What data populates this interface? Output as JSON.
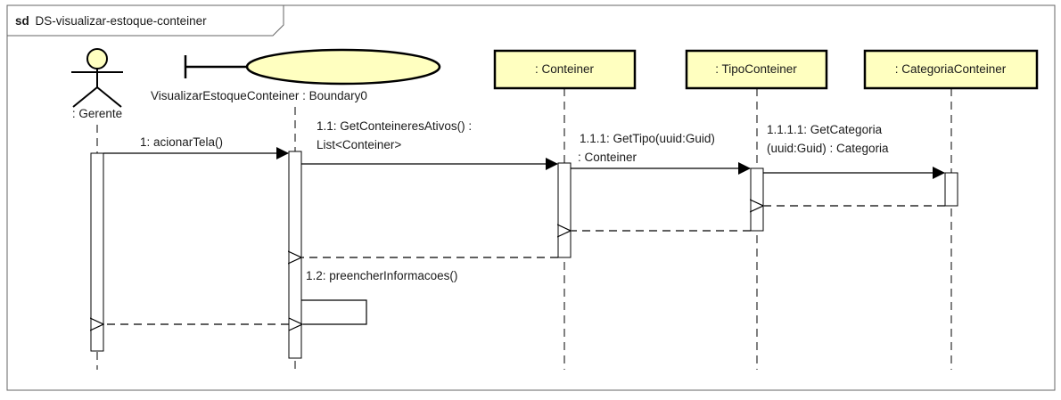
{
  "frame": {
    "keyword": "sd",
    "name": "DS-visualizar-estoque-conteiner"
  },
  "lifelines": {
    "gerente": {
      "label": ": Gerente",
      "kind": "actor"
    },
    "boundary": {
      "label": "VisualizarEstoqueConteiner : Boundary0",
      "kind": "boundary"
    },
    "conteiner": {
      "label": ": Conteiner",
      "kind": "object"
    },
    "tipo": {
      "label": ": TipoConteiner",
      "kind": "object"
    },
    "categoria": {
      "label": ": CategoriaConteiner",
      "kind": "object"
    }
  },
  "messages": {
    "m1": "1: acionarTela()",
    "m11_line1": "1.1: GetConteineresAtivos() :",
    "m11_line2": "List<Conteiner>",
    "m111_line1": "1.1.1: GetTipo(uuid:Guid)",
    "m111_line2": ": Conteiner",
    "m1111_line1": "1.1.1.1: GetCategoria",
    "m1111_line2": "(uuid:Guid) : Categoria",
    "m12": "1.2: preencherInformacoes()"
  },
  "colors": {
    "object_fill": "#ffffc0",
    "stroke": "#000000",
    "text": "#1a1a1a",
    "frame_border": "#666666"
  }
}
